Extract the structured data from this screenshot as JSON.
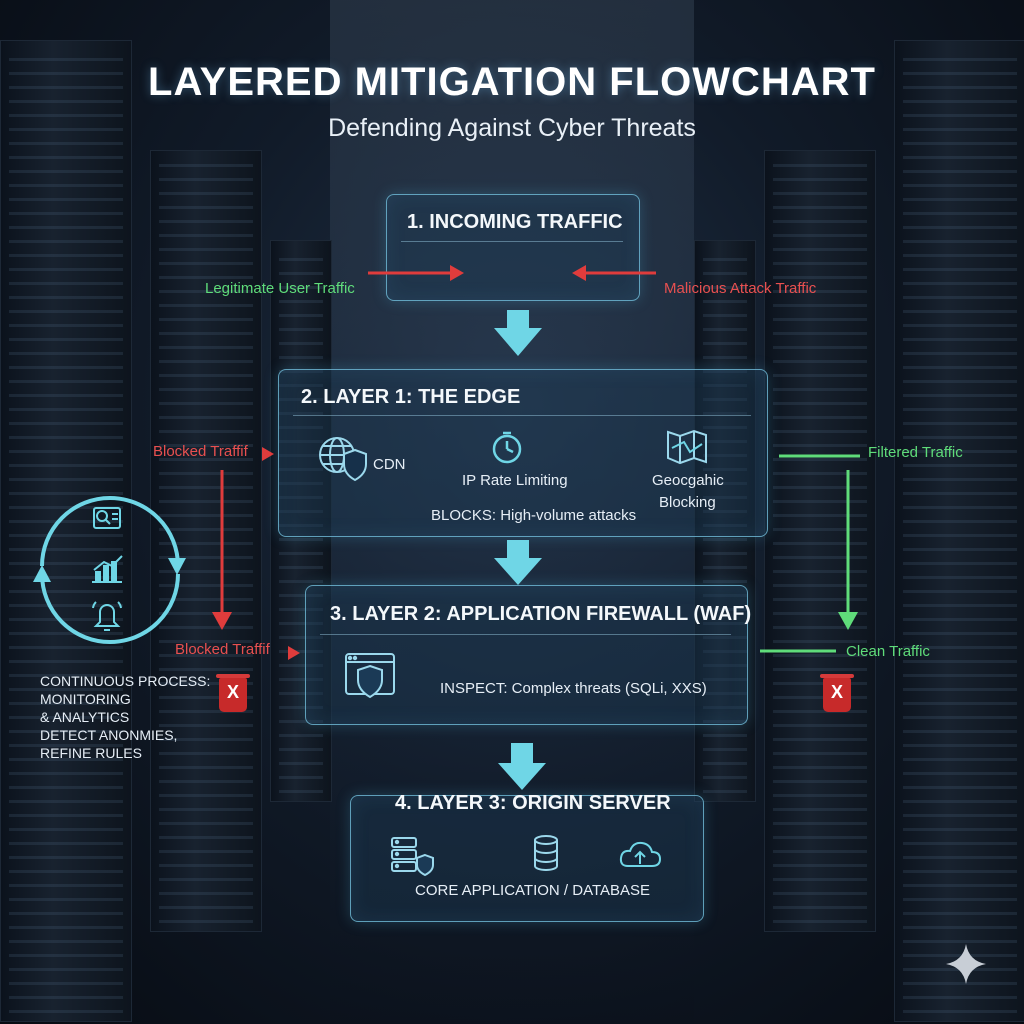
{
  "header": {
    "title": "LAYERED MITIGATION FLOWCHART",
    "subtitle": "Defending Against Cyber Threats"
  },
  "boxes": {
    "incoming": {
      "title": "1. INCOMING TRAFFIC"
    },
    "edge": {
      "title": "2. LAYER 1: THE EDGE",
      "cdn": "CDN",
      "rate": "IP Rate Limiting",
      "geo_line1": "Geocgahic",
      "geo_line2": "Blocking",
      "blocks": "BLOCKS: High-volume attacks"
    },
    "waf": {
      "title": "3. LAYER 2: APPLICATION FIREWALL (WAF)",
      "inspect": "INSPECT: Complex threats (SQLi, XXS)"
    },
    "origin": {
      "title": "4. LAYER 3: ORIGIN SERVER",
      "core": "CORE APPLICATION / DATABASE"
    }
  },
  "side_labels": {
    "legit": "Legitimate User Traffic",
    "malicious": "Malicious Attack Traffic",
    "blocked1": "Blocked Traffif",
    "blocked2": "Blocked Traffif",
    "filtered": "Filtered Traffic",
    "clean": "Clean Traffic",
    "bin_mark": "X"
  },
  "process": {
    "line1": "CONTINUOUS PROCESS:",
    "line2": "MONITORING",
    "line3": "& ANALYTICS",
    "line4": "DETECT ANONMIES,",
    "line5": "REFINE RULES"
  },
  "colors": {
    "accent": "#6fd6e6",
    "blocked": "#e85050",
    "clean": "#5fdc7a"
  }
}
